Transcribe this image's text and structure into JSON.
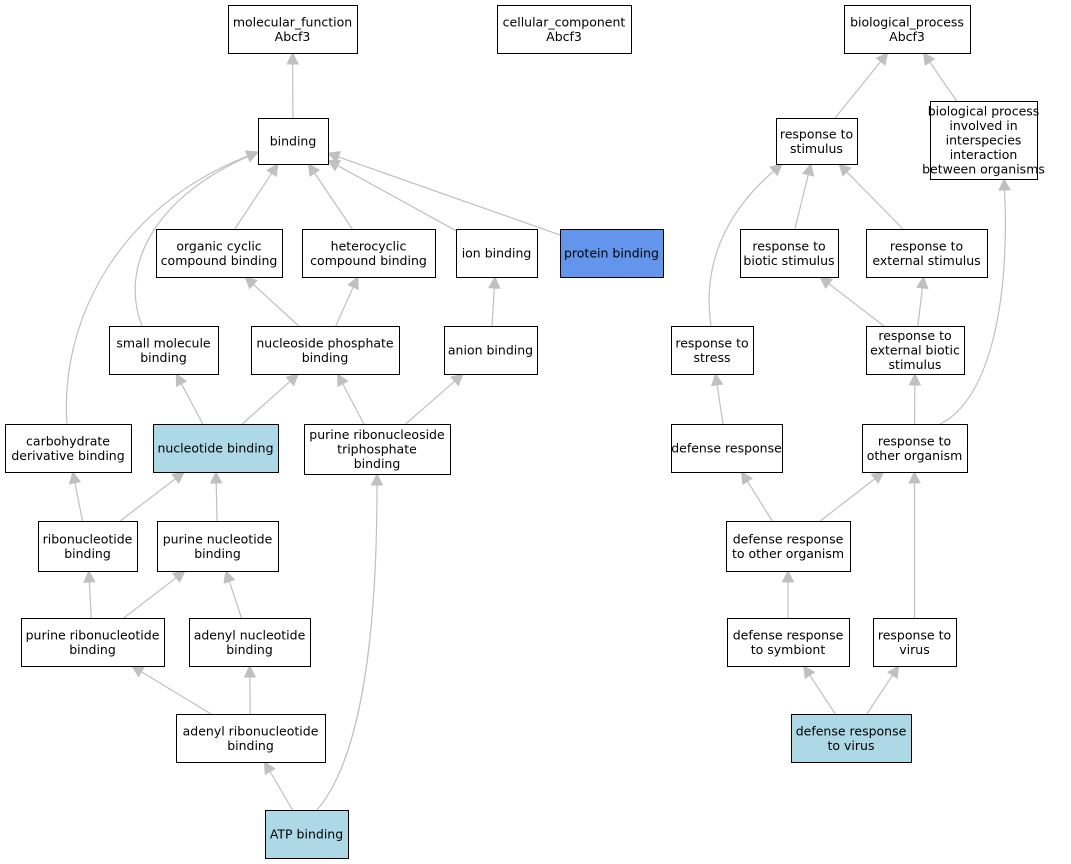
{
  "colors": {
    "node_default": "#ffffff",
    "node_annotated": "#add8e6",
    "node_highlight": "#6495ed",
    "edge": "#c0c0c0",
    "border": "#000000"
  },
  "nodes": [
    {
      "id": "mf",
      "lines": [
        "molecular_function",
        "Abcf3"
      ],
      "fill": "#ffffff"
    },
    {
      "id": "cc",
      "lines": [
        "cellular_component",
        "Abcf3"
      ],
      "fill": "#ffffff"
    },
    {
      "id": "bp",
      "lines": [
        "biological_process",
        "Abcf3"
      ],
      "fill": "#ffffff"
    },
    {
      "id": "binding",
      "lines": [
        "binding"
      ],
      "fill": "#ffffff"
    },
    {
      "id": "ocb",
      "lines": [
        "organic cyclic",
        "compound binding"
      ],
      "fill": "#ffffff"
    },
    {
      "id": "hcb",
      "lines": [
        "heterocyclic",
        "compound binding"
      ],
      "fill": "#ffffff"
    },
    {
      "id": "ionb",
      "lines": [
        "ion binding"
      ],
      "fill": "#ffffff"
    },
    {
      "id": "protb",
      "lines": [
        "protein binding"
      ],
      "fill": "#6495ed"
    },
    {
      "id": "smb",
      "lines": [
        "small molecule",
        "binding"
      ],
      "fill": "#ffffff"
    },
    {
      "id": "npb",
      "lines": [
        "nucleoside phosphate",
        "binding"
      ],
      "fill": "#ffffff"
    },
    {
      "id": "anb",
      "lines": [
        "anion binding"
      ],
      "fill": "#ffffff"
    },
    {
      "id": "cdb",
      "lines": [
        "carbohydrate",
        "derivative binding"
      ],
      "fill": "#ffffff"
    },
    {
      "id": "ntb",
      "lines": [
        "nucleotide binding"
      ],
      "fill": "#add8e6"
    },
    {
      "id": "prntb",
      "lines": [
        "purine ribonucleoside",
        "triphosphate",
        "binding"
      ],
      "fill": "#ffffff"
    },
    {
      "id": "rnb",
      "lines": [
        "ribonucleotide",
        "binding"
      ],
      "fill": "#ffffff"
    },
    {
      "id": "pnb",
      "lines": [
        "purine nucleotide",
        "binding"
      ],
      "fill": "#ffffff"
    },
    {
      "id": "prnb",
      "lines": [
        "purine ribonucleotide",
        "binding"
      ],
      "fill": "#ffffff"
    },
    {
      "id": "adnb",
      "lines": [
        "adenyl nucleotide",
        "binding"
      ],
      "fill": "#ffffff"
    },
    {
      "id": "adrnb",
      "lines": [
        "adenyl ribonucleotide",
        "binding"
      ],
      "fill": "#ffffff"
    },
    {
      "id": "atpb",
      "lines": [
        "ATP binding"
      ],
      "fill": "#add8e6"
    },
    {
      "id": "rts",
      "lines": [
        "response to",
        "stimulus"
      ],
      "fill": "#ffffff"
    },
    {
      "id": "bpii",
      "lines": [
        "biological process",
        "involved in",
        "interspecies",
        "interaction",
        "between organisms"
      ],
      "fill": "#ffffff"
    },
    {
      "id": "rtbs",
      "lines": [
        "response to",
        "biotic stimulus"
      ],
      "fill": "#ffffff"
    },
    {
      "id": "rtes",
      "lines": [
        "response to",
        "external stimulus"
      ],
      "fill": "#ffffff"
    },
    {
      "id": "rtstress",
      "lines": [
        "response to",
        "stress"
      ],
      "fill": "#ffffff"
    },
    {
      "id": "rtebs",
      "lines": [
        "response to",
        "external biotic",
        "stimulus"
      ],
      "fill": "#ffffff"
    },
    {
      "id": "defr",
      "lines": [
        "defense response"
      ],
      "fill": "#ffffff"
    },
    {
      "id": "rtoo",
      "lines": [
        "response to",
        "other organism"
      ],
      "fill": "#ffffff"
    },
    {
      "id": "drtoo",
      "lines": [
        "defense response",
        "to other organism"
      ],
      "fill": "#ffffff"
    },
    {
      "id": "drts",
      "lines": [
        "defense response",
        "to symbiont"
      ],
      "fill": "#ffffff"
    },
    {
      "id": "rtv",
      "lines": [
        "response to",
        "virus"
      ],
      "fill": "#ffffff"
    },
    {
      "id": "drtv",
      "lines": [
        "defense response",
        "to virus"
      ],
      "fill": "#add8e6"
    }
  ],
  "edges": [
    {
      "from": "binding",
      "to": "mf"
    },
    {
      "from": "ocb",
      "to": "binding"
    },
    {
      "from": "hcb",
      "to": "binding"
    },
    {
      "from": "ionb",
      "to": "binding"
    },
    {
      "from": "protb",
      "to": "binding"
    },
    {
      "from": "smb",
      "to": "binding"
    },
    {
      "from": "cdb",
      "to": "binding"
    },
    {
      "from": "npb",
      "to": "ocb"
    },
    {
      "from": "npb",
      "to": "hcb"
    },
    {
      "from": "anb",
      "to": "ionb"
    },
    {
      "from": "ntb",
      "to": "smb"
    },
    {
      "from": "ntb",
      "to": "npb"
    },
    {
      "from": "prntb",
      "to": "npb"
    },
    {
      "from": "prntb",
      "to": "anb"
    },
    {
      "from": "rnb",
      "to": "cdb"
    },
    {
      "from": "rnb",
      "to": "ntb"
    },
    {
      "from": "pnb",
      "to": "ntb"
    },
    {
      "from": "prnb",
      "to": "rnb"
    },
    {
      "from": "prnb",
      "to": "pnb"
    },
    {
      "from": "adnb",
      "to": "pnb"
    },
    {
      "from": "adrnb",
      "to": "prnb"
    },
    {
      "from": "adrnb",
      "to": "adnb"
    },
    {
      "from": "atpb",
      "to": "adrnb"
    },
    {
      "from": "atpb",
      "to": "prntb"
    },
    {
      "from": "rts",
      "to": "bp"
    },
    {
      "from": "bpii",
      "to": "bp"
    },
    {
      "from": "rtbs",
      "to": "rts"
    },
    {
      "from": "rtes",
      "to": "rts"
    },
    {
      "from": "rtstress",
      "to": "rts"
    },
    {
      "from": "rtebs",
      "to": "rtbs"
    },
    {
      "from": "rtebs",
      "to": "rtes"
    },
    {
      "from": "defr",
      "to": "rtstress"
    },
    {
      "from": "rtoo",
      "to": "rtebs"
    },
    {
      "from": "rtoo",
      "to": "bpii"
    },
    {
      "from": "drtoo",
      "to": "defr"
    },
    {
      "from": "drtoo",
      "to": "rtoo"
    },
    {
      "from": "drts",
      "to": "drtoo"
    },
    {
      "from": "rtv",
      "to": "rtoo"
    },
    {
      "from": "drtv",
      "to": "drts"
    },
    {
      "from": "drtv",
      "to": "rtv"
    }
  ]
}
